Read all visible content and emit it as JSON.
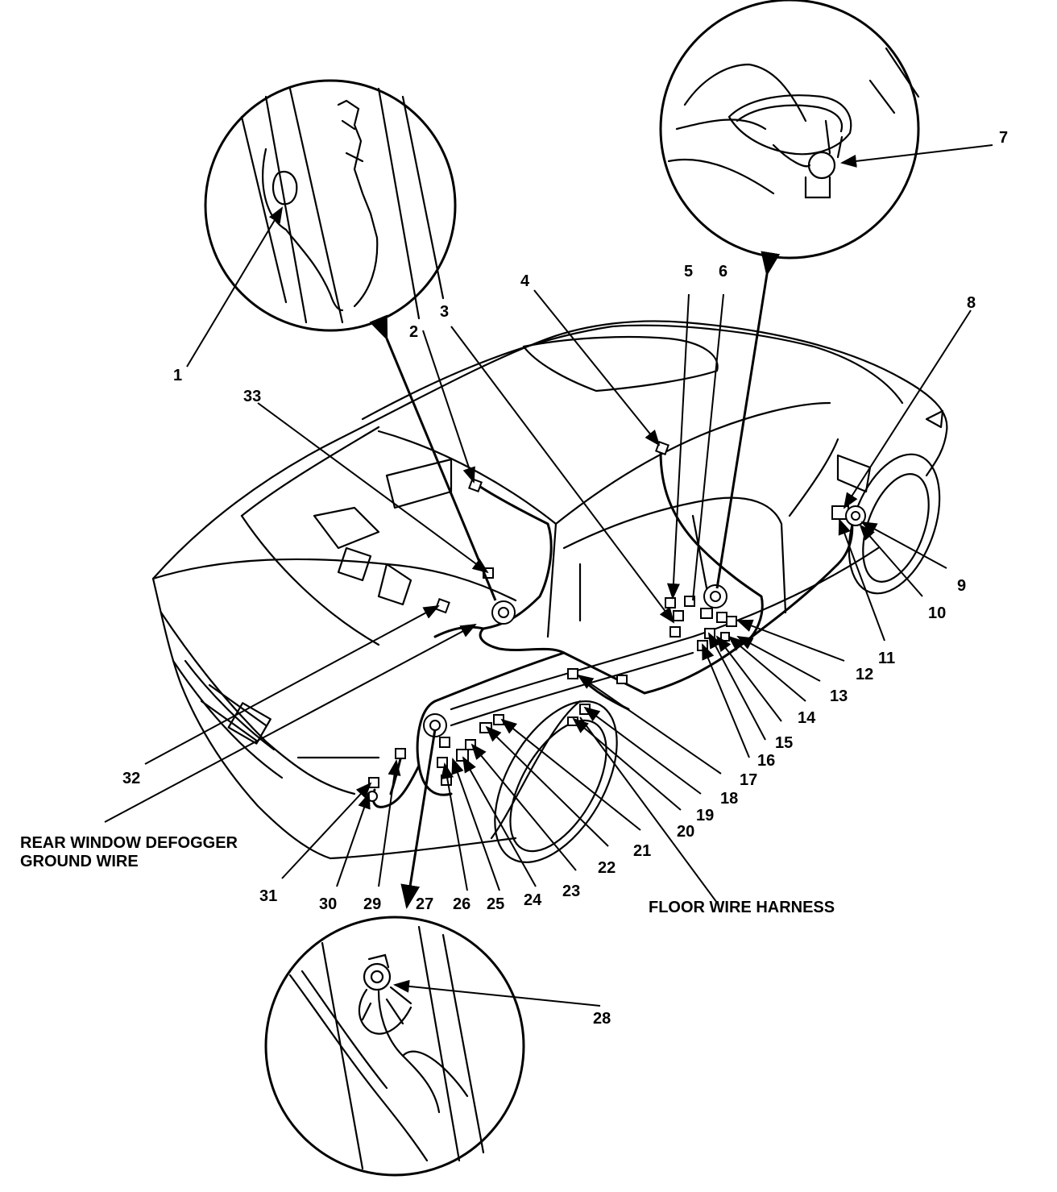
{
  "diagram": {
    "callouts": [
      "1",
      "2",
      "3",
      "4",
      "5",
      "6",
      "7",
      "8",
      "9",
      "10",
      "11",
      "12",
      "13",
      "14",
      "15",
      "16",
      "17",
      "18",
      "19",
      "20",
      "21",
      "22",
      "23",
      "24",
      "25",
      "26",
      "27",
      "28",
      "29",
      "30",
      "31",
      "32",
      "33"
    ],
    "captions": {
      "defogger_line1": "REAR WINDOW DEFOGGER",
      "defogger_line2": "GROUND WIRE",
      "floor_harness": "FLOOR WIRE HARNESS"
    },
    "detail_views": [
      {
        "name": "detail-view-upper-left",
        "callout": "1"
      },
      {
        "name": "detail-view-upper-right",
        "callout": "7"
      },
      {
        "name": "detail-view-bottom",
        "callout": "28"
      }
    ],
    "colors": {
      "ink": "#000000",
      "paper": "#ffffff"
    }
  }
}
